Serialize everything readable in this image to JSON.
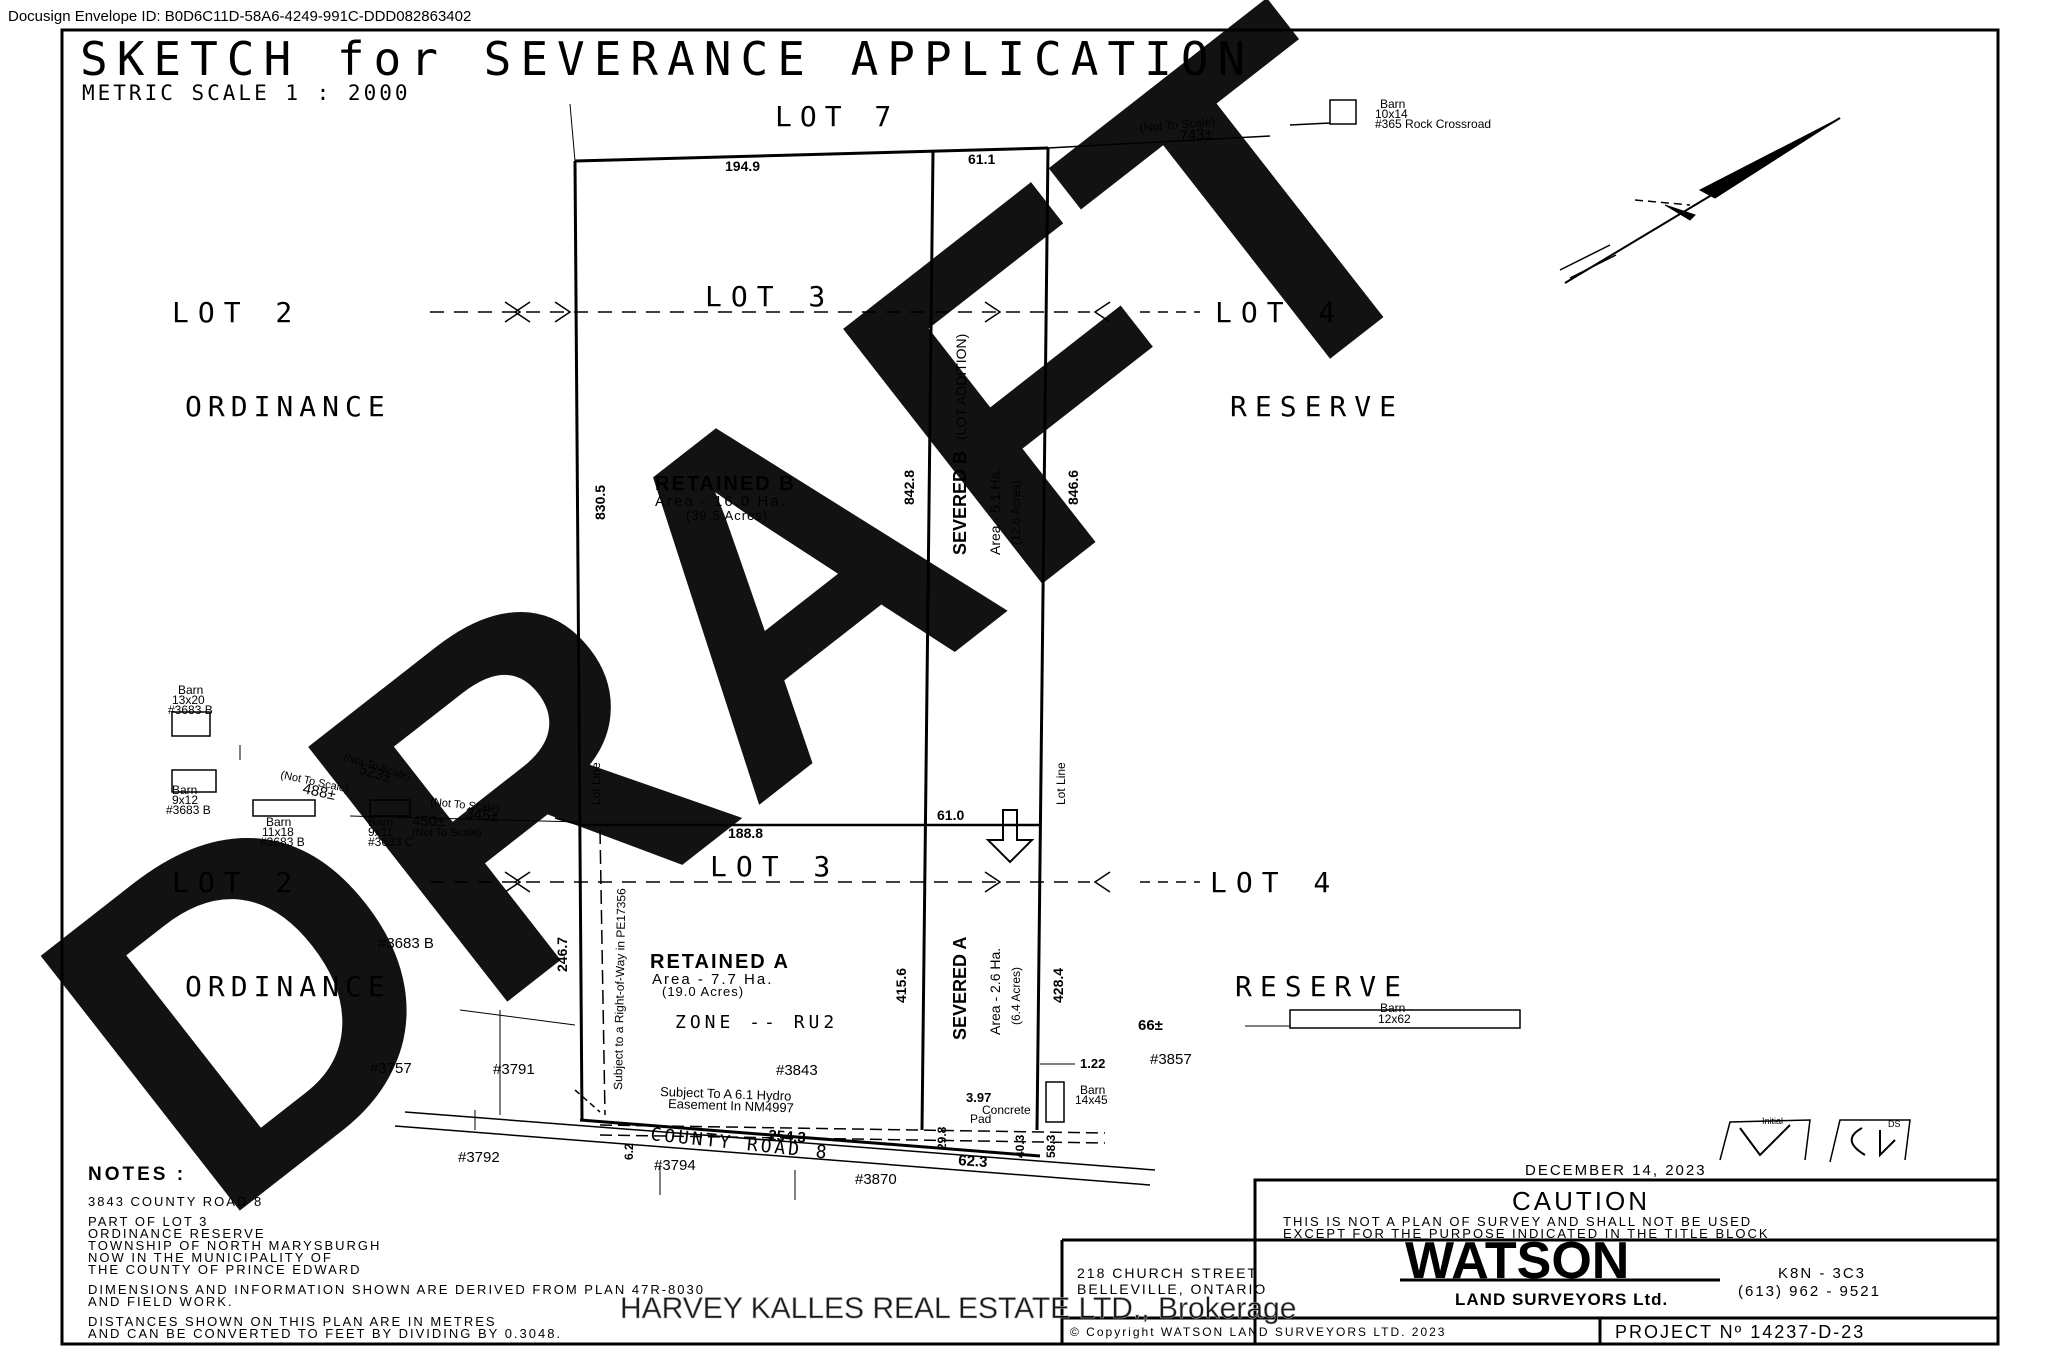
{
  "envelope": "Docusign Envelope ID: B0D6C11D-58A6-4249-991C-DDD082863402",
  "title": "SKETCH for SEVERANCE APPLICATION",
  "scale": "METRIC SCALE 1 : 2000",
  "lots": {
    "top_lot7": "LOT 7",
    "upper_lot2": "LOT 2",
    "upper_lot3": "LOT 3",
    "upper_lot4": "LOT 4",
    "lower_lot2": "LOT 2",
    "lower_lot3": "LOT 3",
    "lower_lot4": "LOT 4",
    "ordinance_upper": "ORDINANCE",
    "reserve_upper": "RESERVE",
    "ordinance_lower": "ORDINANCE",
    "reserve_lower": "RESERVE"
  },
  "dimensions": {
    "d194_9": "194.9",
    "d61_1": "61.1",
    "d830_5": "830.5",
    "d842_8": "842.8",
    "d846_6": "846.6",
    "d188_8": "188.8",
    "d61_0": "61.0",
    "d246_7": "246.7",
    "d415_6": "415.6",
    "d428_4": "428.4",
    "d254_3": "254.3",
    "d62_3": "62.3",
    "d6_2": "6.2",
    "d29_8": "29.8",
    "d40_3": "40.3",
    "d58_3": "58.3",
    "d1_22": "1.22",
    "d3_97": "3.97",
    "d66": "66±"
  },
  "parcels": {
    "retained_b": "RETAINED B",
    "retained_b_area": "Area - 16.0 Ha.",
    "retained_b_acres": "(39.5 Acres)",
    "severed_b": "SEVERED B",
    "severed_b_note": "(LOT ADDITION)",
    "severed_b_area": "Area - 5.1 Ha.",
    "severed_b_acres": "(12.6 Acres)",
    "retained_a": "RETAINED A",
    "retained_a_area": "Area - 7.7 Ha.",
    "retained_a_acres": "(19.0 Acres)",
    "zone": "ZONE -- RU2",
    "severed_a": "SEVERED A",
    "severed_a_area": "Area - 2.6 Ha.",
    "severed_a_acres": "(6.4 Acres)"
  },
  "features": {
    "not_to_scale_743": "(Not To Scale)",
    "d743": "743±",
    "barn_365_a": "Barn",
    "barn_365_b": "10x14",
    "barn_365_c": "#365 Rock Crossroad",
    "barn1_a": "Barn",
    "barn1_b": "13x20",
    "barn1_c": "#3683 B",
    "barn2_a": "Barn",
    "barn2_b": "9x12",
    "barn2_c": "#3683 B",
    "nts_523": "(Not To Scale)",
    "d523": "523±",
    "nts_488": "(Not To Scale)",
    "d488": "488±",
    "barn3_a": "Barn",
    "barn3_b": "11x18",
    "barn3_c": "#3683 B",
    "barn4_a": "Barn",
    "barn4_b": "9x11",
    "barn4_c": "#3683 C",
    "d450": "450±",
    "nts_450": "(Not To Scale)",
    "nts_345": "(Not To Scale)",
    "d345": "345±",
    "lot_line_left": "Lot Line",
    "lot_line_right": "Lot Line",
    "right_of_way": "Subject to a Right-of-Way in PE17356",
    "addr_3683b": "#3683 B",
    "addr_3757": "#3757",
    "addr_3791": "#3791",
    "addr_3843": "#3843",
    "addr_3857": "#3857",
    "addr_3792": "#3792",
    "addr_3794": "#3794",
    "addr_3870": "#3870",
    "hydro_1": "Subject To A 6.1 Hydro",
    "hydro_2": "Easement In NM4997",
    "county_road": "COUNTY ROAD 8",
    "concrete_pad_1": "Concrete",
    "concrete_pad_2": "Pad",
    "barn_14x45_a": "Barn",
    "barn_14x45_b": "14x45",
    "barn_12x62_a": "Barn",
    "barn_12x62_b": "12x62"
  },
  "draft": "DRAFT",
  "date": "DECEMBER 14, 2023",
  "initial": "Initial",
  "ds": "DS",
  "notes": {
    "heading": "NOTES :",
    "lines": [
      "3843 COUNTY ROAD 8",
      "PART OF LOT 3",
      "ORDINANCE RESERVE",
      "TOWNSHIP OF NORTH MARYSBURGH",
      "NOW IN THE MUNICIPALITY OF",
      "THE COUNTY OF PRINCE EDWARD",
      "DIMENSIONS AND INFORMATION SHOWN ARE DERIVED FROM PLAN 47R-8030",
      "AND FIELD WORK.",
      "DISTANCES SHOWN ON THIS PLAN ARE IN METRES",
      "AND CAN BE CONVERTED TO FEET BY DIVIDING BY 0.3048."
    ]
  },
  "caution": {
    "title": "CAUTION",
    "line1": "THIS IS NOT A PLAN OF SURVEY AND SHALL NOT BE USED",
    "line2": "EXCEPT FOR THE PURPOSE INDICATED IN THE TITLE BLOCK"
  },
  "title_block": {
    "address1": "218 CHURCH STREET",
    "address2": "BELLEVILLE, ONTARIO",
    "logo": "WATSON",
    "logo_sub": "LAND SURVEYORS Ltd.",
    "postal": "K8N - 3C3",
    "phone": "(613) 962 - 9521",
    "copyright": "© Copyright WATSON LAND SURVEYORS LTD. 2023",
    "project": "PROJECT Nº 14237-D-23"
  },
  "watermark": "HARVEY KALLES REAL ESTATE LTD., Brokerage"
}
